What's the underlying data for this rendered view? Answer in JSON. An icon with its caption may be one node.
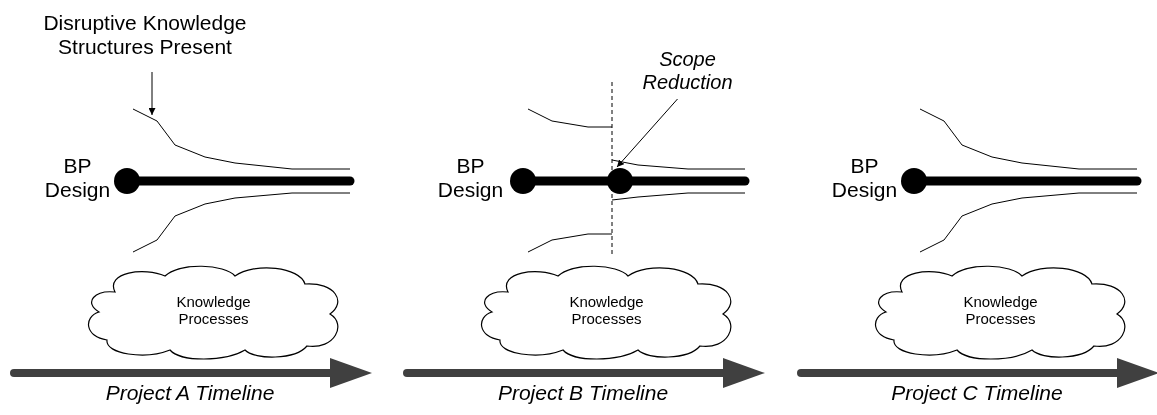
{
  "diagram": {
    "nodes": [
      {
        "text": [
          "Disruptive Knowledge Structures Present"
        ]
      },
      {
        "text": [],
        "shape": "line"
      },
      {
        "text": [
          "BP Design"
        ]
      },
      {
        "text": [],
        "shape": "circle"
      },
      {
        "text": [
          "Knowledge Processes"
        ]
      },
      {
        "text": [
          "BP Design"
        ]
      },
      {
        "text": [],
        "shape": "circle"
      },
      {
        "text": [
          "Scope Reduction"
        ]
      },
      {
        "text": [],
        "shape": "circle"
      },
      {
        "text": [
          "Knowledge Processes"
        ]
      },
      {
        "text": [
          "BP Design"
        ]
      },
      {
        "text": [],
        "shape": "circle"
      },
      {
        "text": [
          "Knowledge Processes"
        ]
      }
    ],
    "edges": [
      {
        "from": 0,
        "to": 1,
        "arrow": "to"
      },
      {
        "from": 7,
        "to": 8,
        "arrow": "to"
      }
    ],
    "labels": [
      "Project A Timeline",
      "Project B Timeline",
      "Project C Timeline"
    ]
  }
}
